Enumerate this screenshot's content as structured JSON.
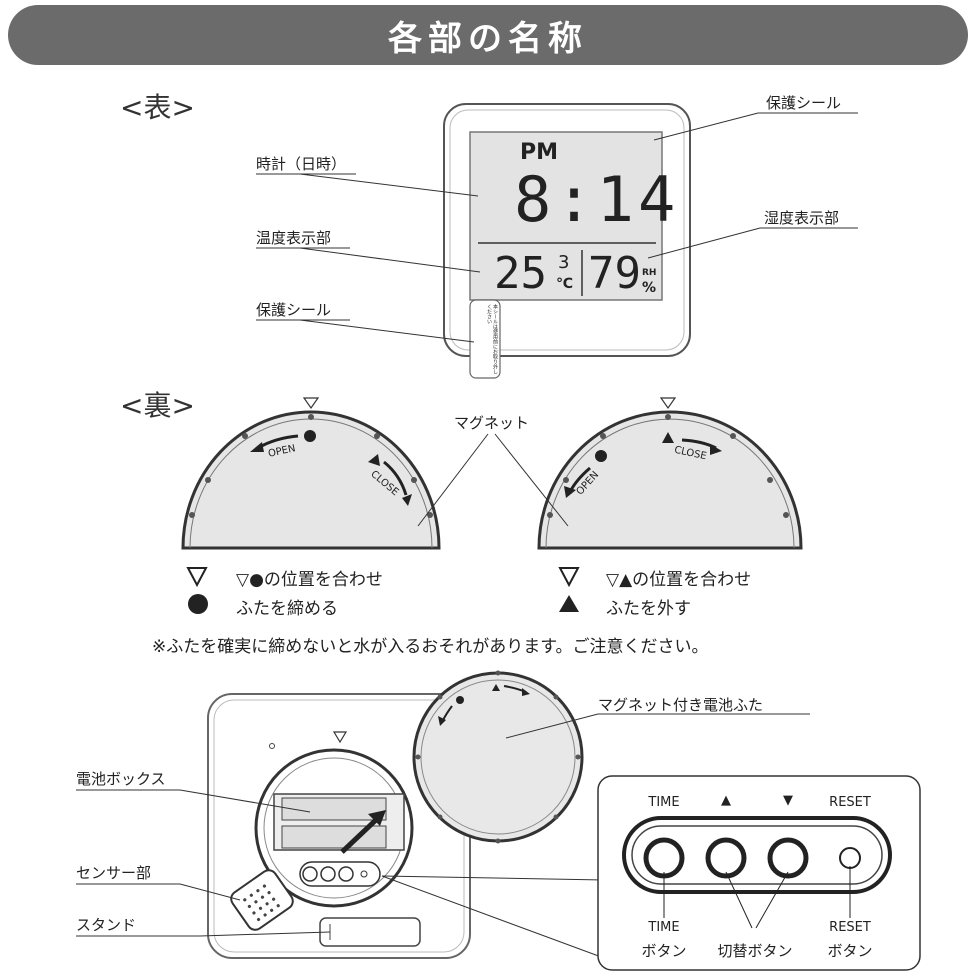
{
  "title": "各部の名称",
  "front": {
    "heading": "<表>",
    "labels": {
      "protect_seal_top": "保護シール",
      "clock": "時計（日時）",
      "temp": "温度表示部",
      "protect_seal_bottom": "保護シール",
      "humidity": "湿度表示部"
    },
    "display": {
      "ampm": "PM",
      "time": "8:14",
      "temp_int": "25",
      "temp_dec": "3",
      "temp_unit": "℃",
      "humidity": "79",
      "rh": "RH",
      "pct": "%"
    },
    "seal_text": "本シールは使用前にお取り外しください"
  },
  "back": {
    "heading": "<裏>",
    "magnet_label": "マグネット",
    "open_text": "OPEN",
    "close_text": "CLOSE",
    "left_instr_1": "▽●の位置を合わせ",
    "left_instr_2": "ふたを締める",
    "right_instr_1": "▽▲の位置を合わせ",
    "right_instr_2": "ふたを外す",
    "warning": "※ふたを確実に締めないと水が入るおそれがあります。ご注意ください。"
  },
  "bottom": {
    "battery_lid": "マグネット付き電池ふた",
    "battery_box": "電池ボックス",
    "sensor": "センサー部",
    "stand": "スタンド",
    "btn_time": "TIME",
    "btn_up": "▲",
    "btn_down": "▼",
    "btn_reset": "RESET",
    "time_button_1": "TIME",
    "time_button_2": "ボタン",
    "switch_button": "切替ボタン",
    "reset_button_1": "RESET",
    "reset_button_2": "ボタン"
  }
}
